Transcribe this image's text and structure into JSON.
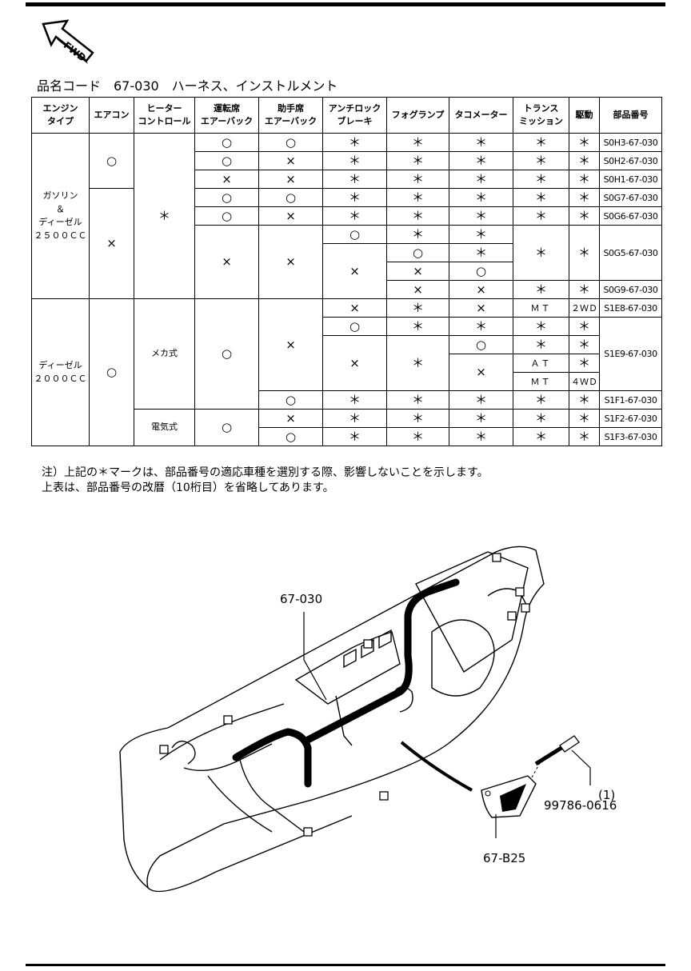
{
  "page": {
    "title": "品名コード　67-030　ハーネス、インストルメント",
    "fwd_label": "FWD",
    "notes": [
      "注）上記の＊マークは、部品番号の適応車種を選別する際、影響しないことを示します。",
      "上表は、部品番号の改暦（10桁目）を省略してあります。"
    ]
  },
  "table": {
    "headers": [
      "エンジン\nタイプ",
      "エアコン",
      "ヒーター\nコントロール",
      "運転席\nエアーバック",
      "助手席\nエアーバック",
      "アンチロック\nブレーキ",
      "フォグランプ",
      "タコメーター",
      "トランス\nミッション",
      "駆動",
      "部品番号"
    ],
    "engine_groups": [
      "ガソリン\n＆\nディーゼル\n２５００ＣＣ",
      "ディーゼル\n２０００ＣＣ"
    ],
    "heater_types": [
      "＊",
      "メカ式",
      "電気式"
    ],
    "rows": [
      {
        "aircon": "○",
        "driver": "○",
        "passenger": "○",
        "abs": "＊",
        "fog": "＊",
        "tacho": "＊",
        "trans": "＊",
        "drive": "＊",
        "part": "S0H3-67-030"
      },
      {
        "driver": "○",
        "passenger": "×",
        "abs": "＊",
        "fog": "＊",
        "tacho": "＊",
        "trans": "＊",
        "drive": "＊",
        "part": "S0H2-67-030"
      },
      {
        "driver": "×",
        "passenger": "×",
        "abs": "＊",
        "fog": "＊",
        "tacho": "＊",
        "trans": "＊",
        "drive": "＊",
        "part": "S0H1-67-030"
      },
      {
        "aircon": "×",
        "driver": "○",
        "passenger": "○",
        "abs": "＊",
        "fog": "＊",
        "tacho": "＊",
        "trans": "＊",
        "drive": "＊",
        "part": "S0G7-67-030"
      },
      {
        "driver": "○",
        "passenger": "×",
        "abs": "＊",
        "fog": "＊",
        "tacho": "＊",
        "trans": "＊",
        "drive": "＊",
        "part": "S0G6-67-030"
      },
      {
        "driver": "×",
        "passenger": "×",
        "abs": "○",
        "fog": "＊",
        "tacho": "＊",
        "trans": "＊",
        "drive": "＊",
        "part": "S0G5-67-030"
      },
      {
        "abs": "×",
        "fog": "○",
        "tacho": "＊"
      },
      {
        "fog": "×",
        "tacho": "○"
      },
      {
        "fog": "×",
        "tacho": "×",
        "trans": "＊",
        "drive": "＊",
        "part": "S0G9-67-030"
      },
      {
        "aircon": "○",
        "driver": "○",
        "passenger": "×",
        "abs": "×",
        "fog": "＊",
        "tacho": "×",
        "trans": "ＭＴ",
        "drive": "２ＷＤ",
        "part": "S1E8-67-030"
      },
      {
        "abs": "○",
        "fog": "＊",
        "tacho": "＊",
        "trans": "＊",
        "drive": "＊",
        "part": "S1E9-67-030"
      },
      {
        "abs": "×",
        "fog": "＊",
        "tacho": "○",
        "trans": "＊",
        "drive": "＊"
      },
      {
        "tacho": "×",
        "trans": "ＡＴ",
        "drive": "＊"
      },
      {
        "trans": "ＭＴ",
        "drive": "４ＷＤ"
      },
      {
        "passenger": "○",
        "abs": "＊",
        "fog": "＊",
        "tacho": "＊",
        "trans": "＊",
        "drive": "＊",
        "part": "S1F1-67-030"
      },
      {
        "driver": "○",
        "passenger": "×",
        "abs": "＊",
        "fog": "＊",
        "tacho": "＊",
        "trans": "＊",
        "drive": "＊",
        "part": "S1F2-67-030"
      },
      {
        "passenger": "○",
        "abs": "＊",
        "fog": "＊",
        "tacho": "＊",
        "trans": "＊",
        "drive": "＊",
        "part": "S1F3-67-030"
      }
    ]
  },
  "diagram": {
    "callouts": {
      "harness": "67-030",
      "bracket": "67-B25",
      "bolt_qty": "(1)",
      "bolt": "99786-0616"
    }
  }
}
